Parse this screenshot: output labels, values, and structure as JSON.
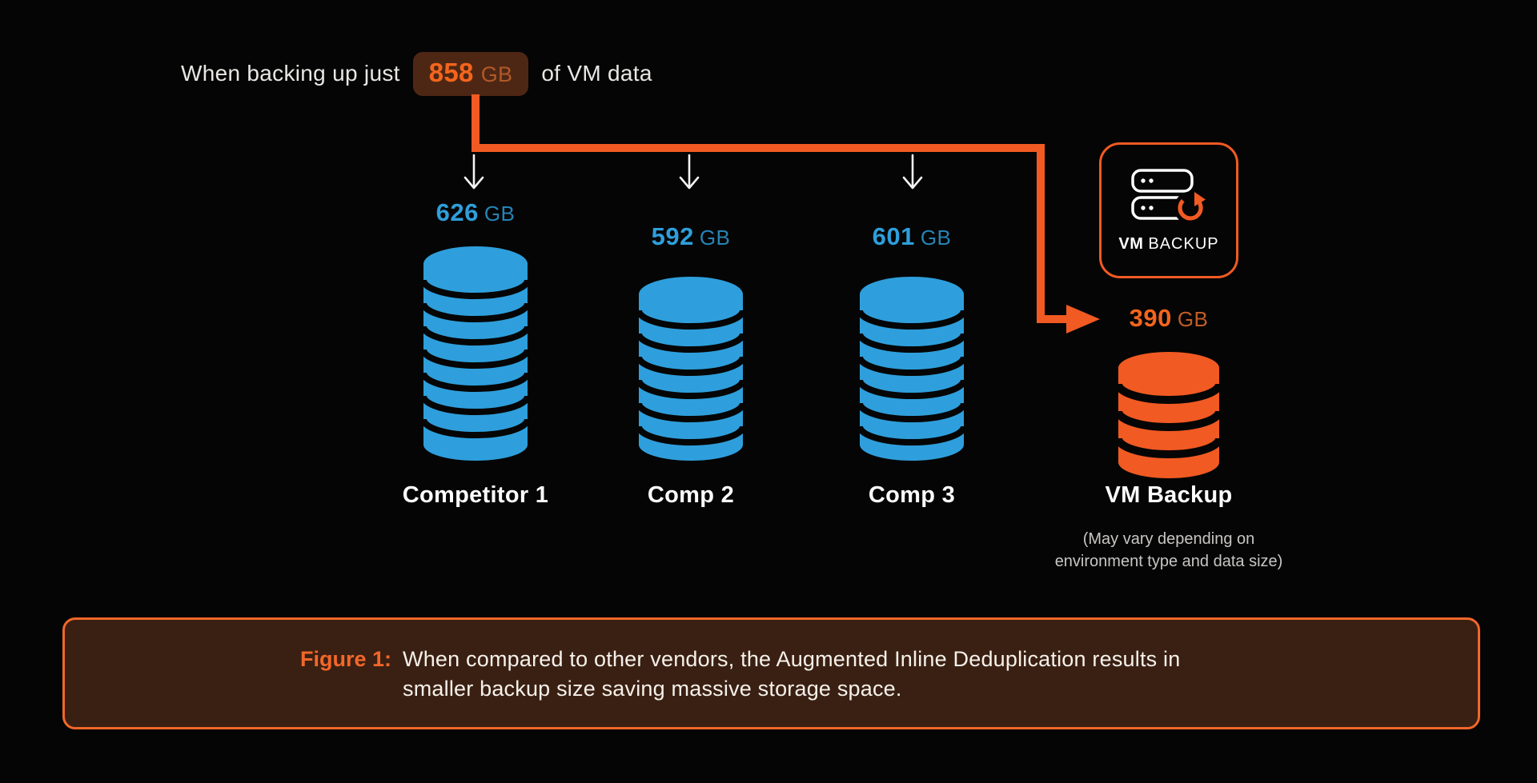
{
  "intro": {
    "prefix": "When backing up just",
    "badge_value": "858",
    "badge_unit": "GB",
    "suffix": "of VM data"
  },
  "columns": [
    {
      "value": "626",
      "unit": "GB",
      "label": "Competitor 1"
    },
    {
      "value": "592",
      "unit": "GB",
      "label": "Comp 2"
    },
    {
      "value": "601",
      "unit": "GB",
      "label": "Comp 3"
    },
    {
      "value": "390",
      "unit": "GB",
      "label": "VM Backup",
      "note_line1": "(May vary depending on",
      "note_line2": "environment type and data size)"
    }
  ],
  "vm_badge": {
    "label_bold": "VM",
    "label_light": "BACKUP"
  },
  "figure": {
    "label": "Figure 1:",
    "line1": "When compared to other vendors, the Augmented Inline Deduplication results in",
    "line2": "smaller backup size saving massive storage space."
  },
  "icons": {
    "server_stack": "server-stack-icon",
    "refresh": "refresh-icon",
    "down_arrow": "down-arrow-icon",
    "database": "database-stack-icon"
  },
  "colors": {
    "background": "#050505",
    "accent_orange": "#f15a22",
    "bright_orange": "#f4651d",
    "muted_orange": "#b25829",
    "blue": "#2e9fdc",
    "badge_bg": "#4e2714",
    "caption_bg": "#3a2013",
    "caption_border": "#f2672a",
    "text": "#e9e7e4",
    "muted_text": "#c8c6c4"
  },
  "chart_data": {
    "type": "bar",
    "title": "Backup size comparison when backing up 858 GB of VM data",
    "categories": [
      "Competitor 1",
      "Comp 2",
      "Comp 3",
      "VM Backup"
    ],
    "values": [
      626,
      592,
      601,
      390
    ],
    "unit": "GB",
    "source_size_gb": 858,
    "series_colors": [
      "#2e9fdc",
      "#2e9fdc",
      "#2e9fdc",
      "#f15a22"
    ],
    "annotation": "(May vary depending on environment type and data size)"
  }
}
